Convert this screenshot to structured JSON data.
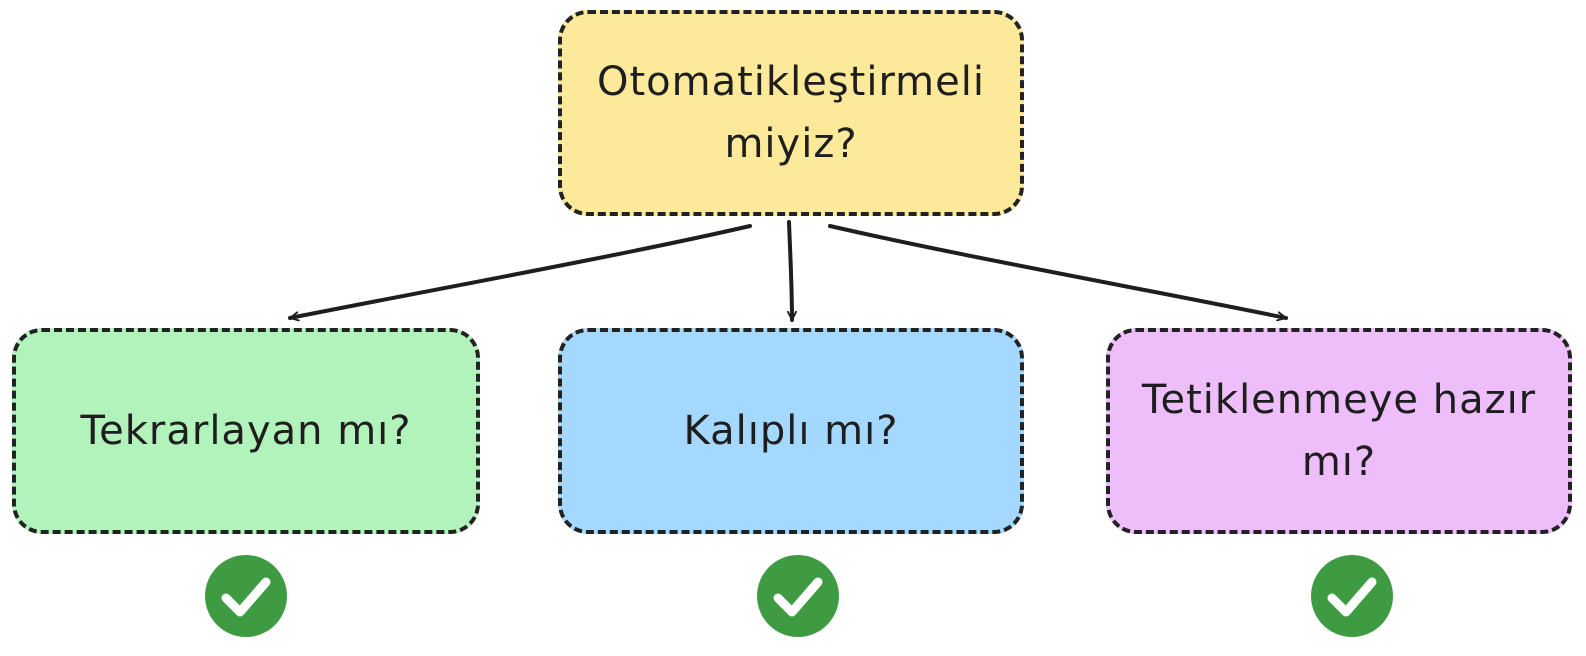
{
  "root": {
    "label": "Otomatikleştirmeli miyiz?",
    "color": "#fde99a"
  },
  "branches": [
    {
      "label": "Tekrarlayan mı?",
      "color": "#b2f2bb",
      "status_icon": "check-circle-icon"
    },
    {
      "label": "Kalıplı mı?",
      "color": "#a5d8ff",
      "status_icon": "check-circle-icon"
    },
    {
      "label": "Tetiklenmeye hazır mı?",
      "color": "#eebefa",
      "status_icon": "check-circle-icon"
    }
  ],
  "colors": {
    "outline": "#222222",
    "arrow": "#1e1e1e",
    "check_fill": "#3e9b42",
    "check_mark": "#ffffff"
  }
}
